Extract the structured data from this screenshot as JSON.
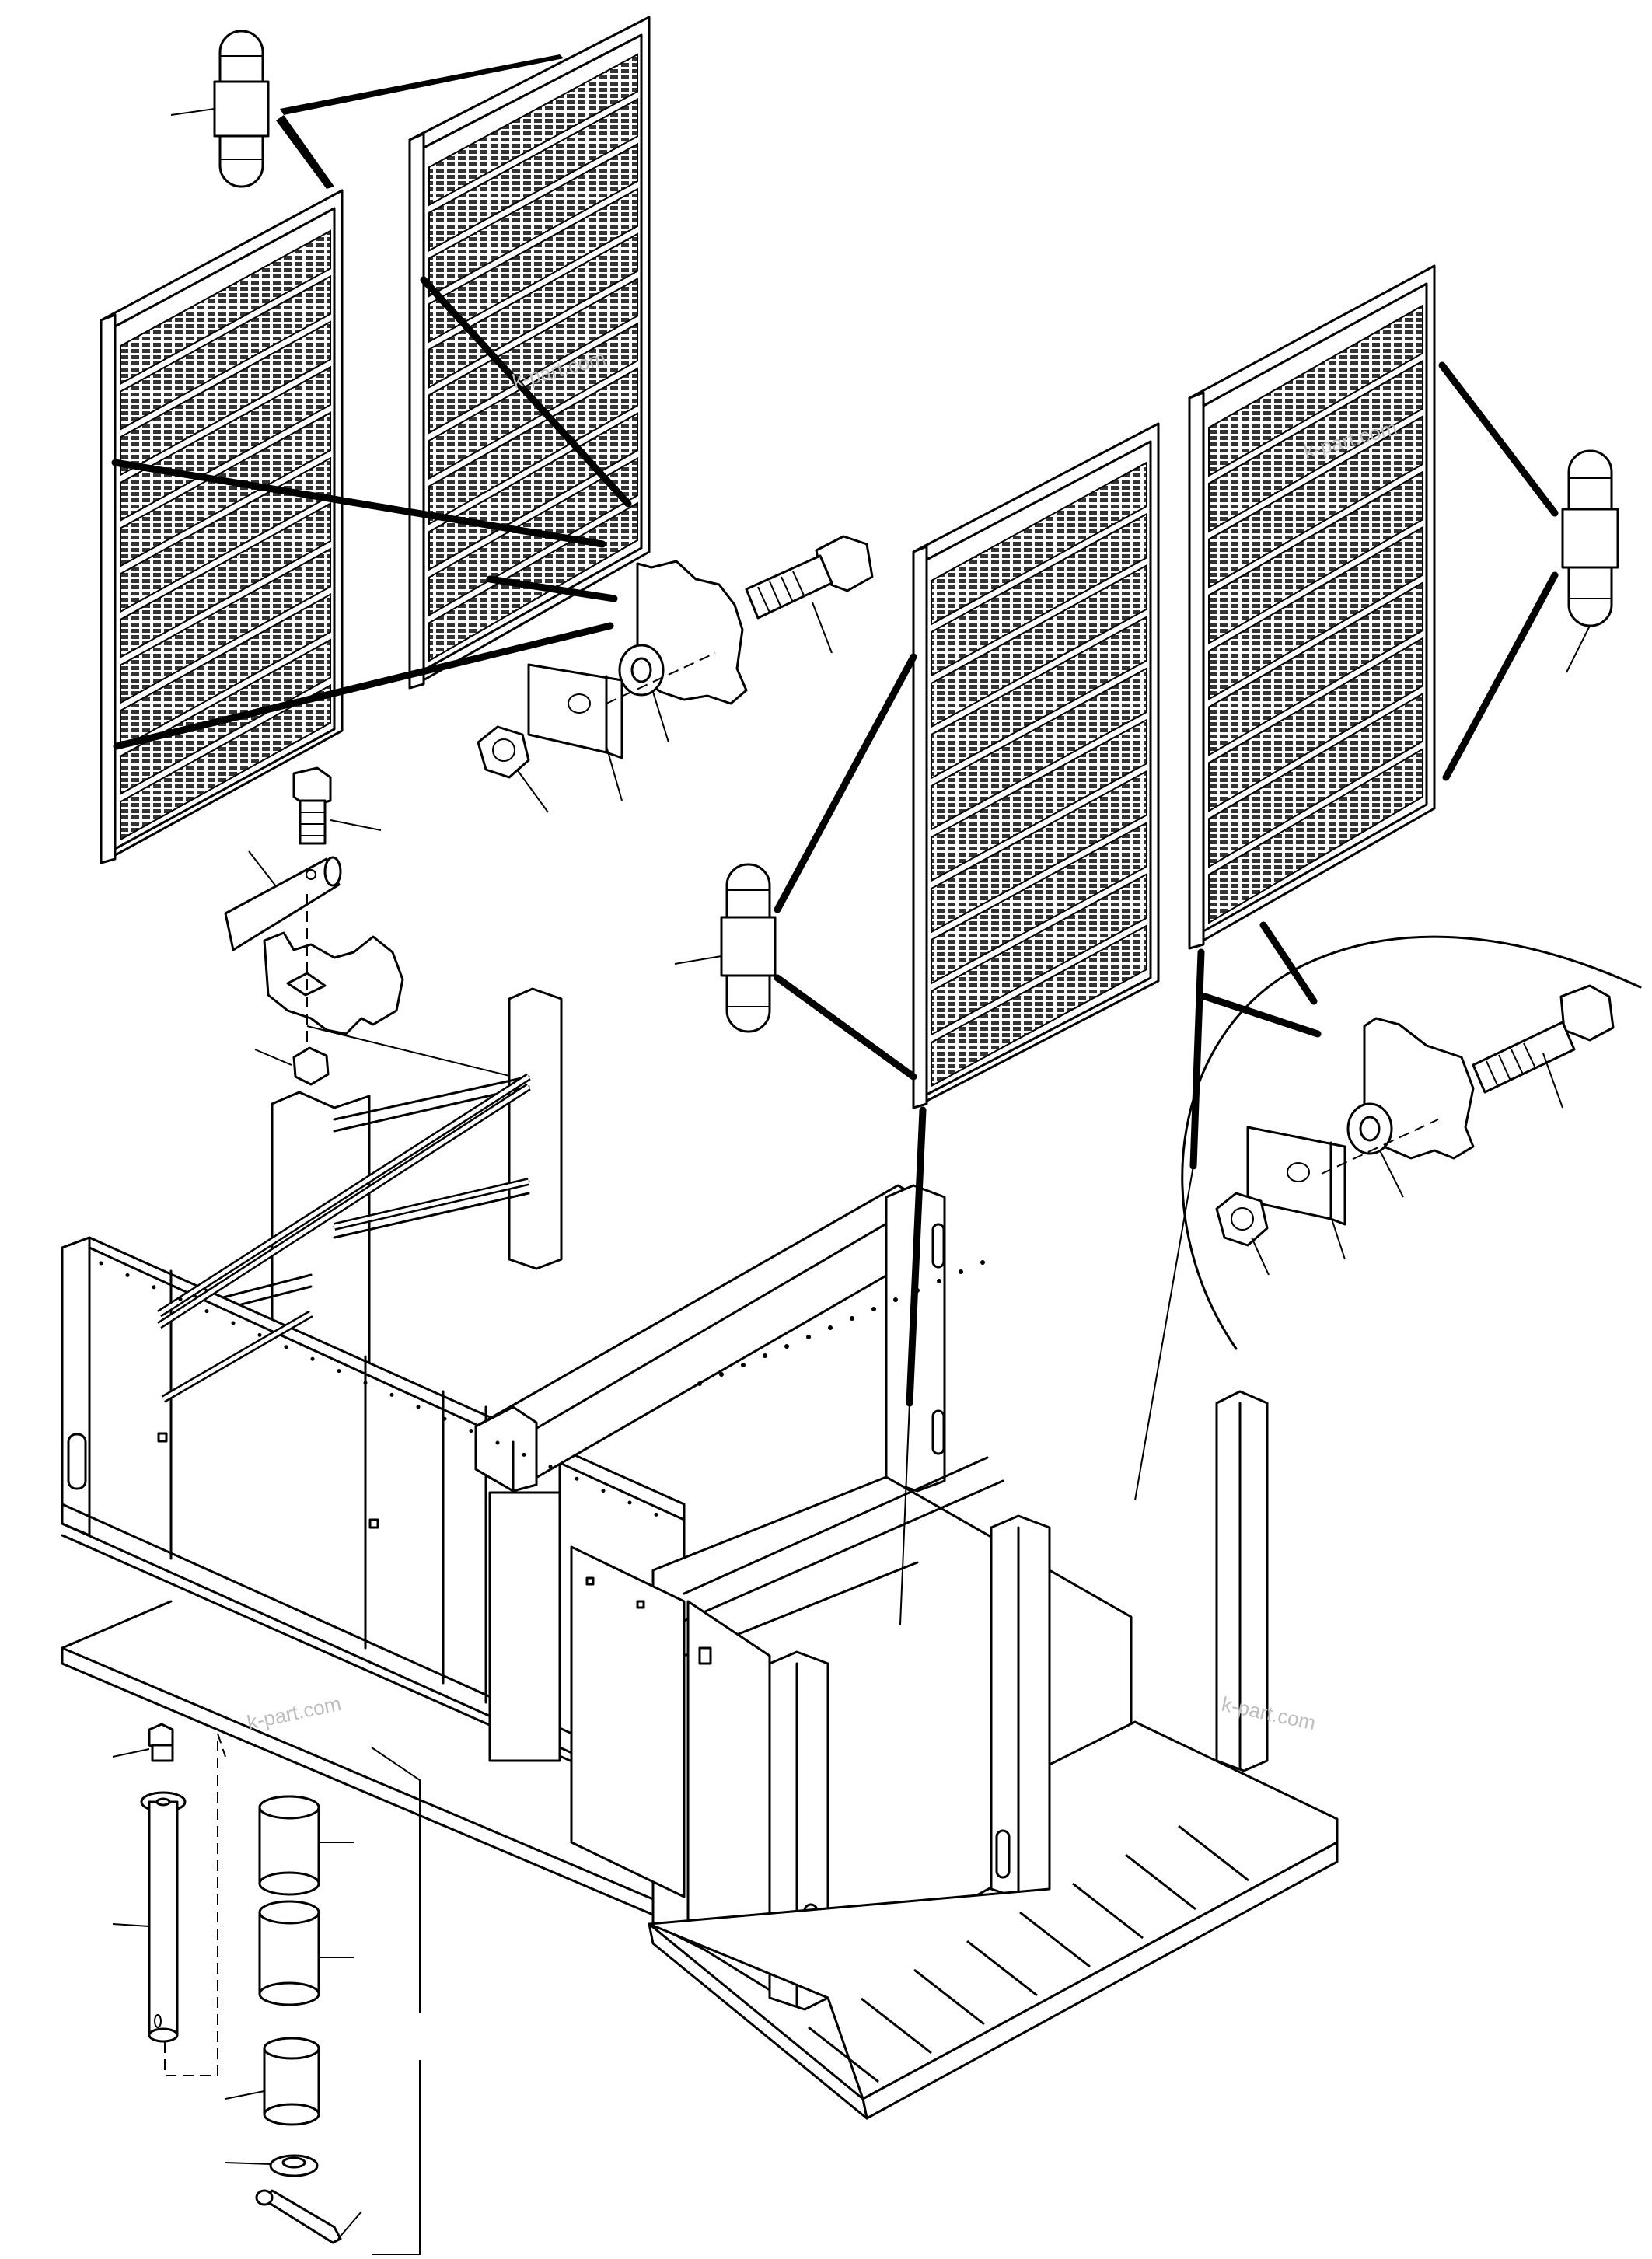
{
  "watermarks": [
    "k-part.com",
    "k-part.com",
    "k-part.com",
    "k-part.com"
  ],
  "colors": {
    "line": "#000000",
    "background": "#ffffff",
    "watermark": "#bdbdbd"
  },
  "panels": [
    {
      "name": "radiator-grille-panel-top-left",
      "louver_rows": 11
    },
    {
      "name": "radiator-grille-panel-top-right",
      "louver_rows": 11
    },
    {
      "name": "radiator-grille-panel-center",
      "louver_rows": 10
    },
    {
      "name": "radiator-grille-panel-right",
      "louver_rows": 9
    }
  ],
  "parts": [
    "hinge-pin",
    "hinge-bolt",
    "washer",
    "plate",
    "nut",
    "bolt",
    "rod",
    "collar",
    "cotter-pin",
    "frame"
  ]
}
